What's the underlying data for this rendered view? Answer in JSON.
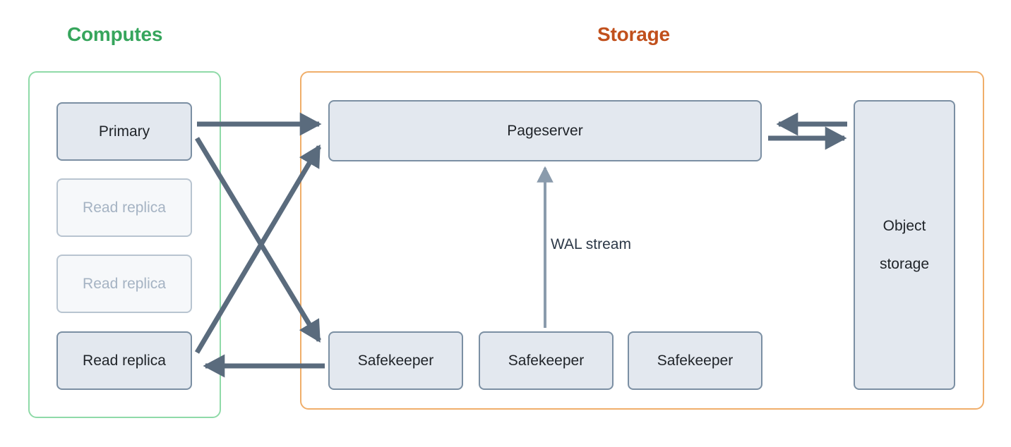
{
  "groups": {
    "computes": {
      "title": "Computes",
      "color": "#36a55c",
      "border_color": "#8fdaa8"
    },
    "storage": {
      "title": "Storage",
      "color": "#c1501c",
      "border_color": "#f0ae6a"
    }
  },
  "nodes": {
    "primary": {
      "label": "Primary",
      "state": "active"
    },
    "replica_1": {
      "label": "Read replica",
      "state": "inactive"
    },
    "replica_2": {
      "label": "Read replica",
      "state": "inactive"
    },
    "replica_3": {
      "label": "Read replica",
      "state": "active"
    },
    "pageserver": {
      "label": "Pageserver",
      "state": "active"
    },
    "safekeeper_1": {
      "label": "Safekeeper",
      "state": "active"
    },
    "safekeeper_2": {
      "label": "Safekeeper",
      "state": "active"
    },
    "safekeeper_3": {
      "label": "Safekeeper",
      "state": "active"
    },
    "object_storage": {
      "label_line_1": "Object",
      "label_line_2": "storage",
      "state": "active"
    }
  },
  "edges": {
    "wal_stream_label": "WAL stream",
    "arrow_color": "#5a6b7d",
    "wal_arrow_color": "#8a9bac",
    "list": [
      {
        "name": "primary-to-pageserver",
        "from": "primary",
        "to": "pageserver",
        "direction": "forward"
      },
      {
        "name": "primary-to-safekeeper",
        "from": "primary",
        "to": "safekeeper_1",
        "direction": "forward"
      },
      {
        "name": "replica-to-pageserver",
        "from": "replica_3",
        "to": "pageserver",
        "direction": "forward"
      },
      {
        "name": "safekeeper-to-replica",
        "from": "safekeeper_1",
        "to": "replica_3",
        "direction": "forward"
      },
      {
        "name": "safekeeper-to-pageserver-wal",
        "from": "safekeeper_2",
        "to": "pageserver",
        "direction": "forward",
        "label": "WAL stream"
      },
      {
        "name": "object-storage-to-pageserver",
        "from": "object_storage",
        "to": "pageserver",
        "direction": "forward"
      },
      {
        "name": "pageserver-to-object-storage",
        "from": "pageserver",
        "to": "object_storage",
        "direction": "forward"
      }
    ]
  },
  "colors": {
    "node_fill_active": "#e3e8ef",
    "node_fill_inactive": "#f6f8fa",
    "node_border_active": "#7b8fa3",
    "node_border_inactive": "#b8c4d0",
    "text_active": "#1f2328",
    "text_inactive": "#a5b3c3",
    "background": "#ffffff"
  }
}
